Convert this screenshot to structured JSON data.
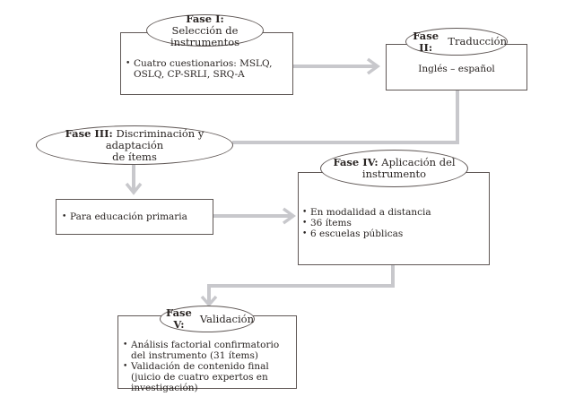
{
  "diagram": {
    "colors": {
      "border": "#5f5755",
      "arrow": "#c8c8cc",
      "text": "#2a2523"
    },
    "phases": [
      {
        "id": "fase-1",
        "label": "Fase I:",
        "title": "Selección de instrumentos",
        "items": [
          "Cuatro cuestionarios: MSLQ, OSLQ, CP-SRLI, SRQ-A"
        ]
      },
      {
        "id": "fase-2",
        "label": "Fase II:",
        "title": "Traducción",
        "content": "Inglés – español"
      },
      {
        "id": "fase-3",
        "label": "Fase III:",
        "title": "Discriminación y adaptación",
        "title_line2": "de ítems",
        "items": [
          "Para educación primaria"
        ]
      },
      {
        "id": "fase-4",
        "label": "Fase IV:",
        "title": "Aplicación del",
        "title_line2": "instrumento",
        "items": [
          "En modalidad a distancia",
          "36 ítems",
          "6 escuelas públicas"
        ]
      },
      {
        "id": "fase-5",
        "label": "Fase V:",
        "title": "Validación",
        "items": [
          "Análisis factorial confirmatorio del instrumento (31 ítems)",
          "Validación de contenido final (juicio de cuatro expertos en investigación)"
        ]
      }
    ],
    "flow": [
      [
        "fase-1",
        "fase-2"
      ],
      [
        "fase-2",
        "fase-3"
      ],
      [
        "fase-3",
        "fase-3-box"
      ],
      [
        "fase-3-box",
        "fase-4"
      ],
      [
        "fase-4",
        "fase-5"
      ]
    ]
  }
}
